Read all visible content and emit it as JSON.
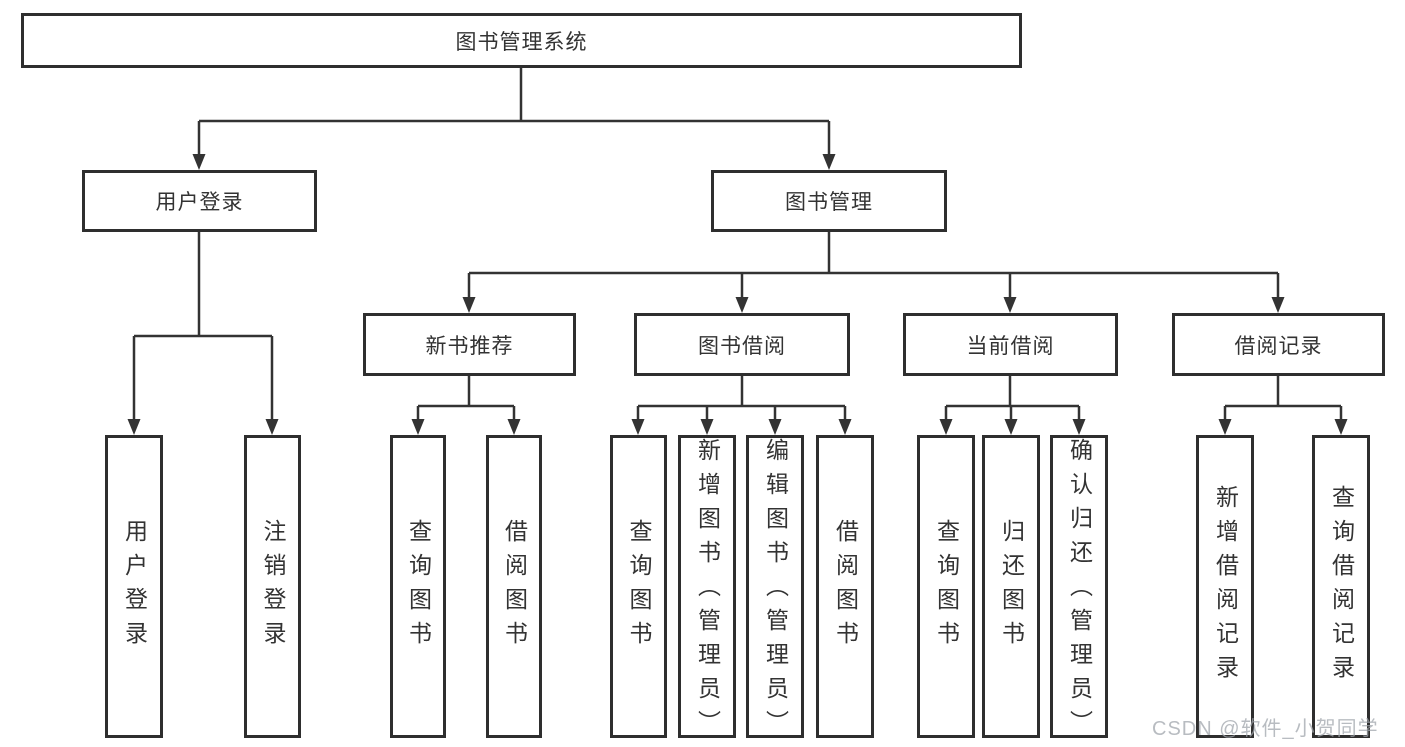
{
  "colors": {
    "background": "#ffffff",
    "box_border": "#2e2e2e",
    "box_fill": "#ffffff",
    "text": "#333333",
    "connector": "#333333",
    "watermark": "#a8adb4"
  },
  "watermark": {
    "text": "CSDN @软件_小贺同学"
  },
  "nodes": {
    "root": {
      "label": "图书管理系统"
    },
    "level2": {
      "user_login": {
        "label": "用户登录"
      },
      "book_mgmt": {
        "label": "图书管理"
      }
    },
    "level3": {
      "new_book": {
        "label": "新书推荐"
      },
      "book_borrow": {
        "label": "图书借阅"
      },
      "current_borrow": {
        "label": "当前借阅"
      },
      "borrow_records": {
        "label": "借阅记录"
      }
    },
    "leaves": {
      "user_login": {
        "label": "用户登录"
      },
      "logout": {
        "label": "注销登录"
      },
      "newbook_query": {
        "label": "查询图书"
      },
      "newbook_borrow": {
        "label": "借阅图书"
      },
      "borrow_query": {
        "label": "查询图书"
      },
      "borrow_add": {
        "label": "新增图书（管理员）"
      },
      "borrow_edit": {
        "label": "编辑图书（管理员）"
      },
      "borrow_borrow": {
        "label": "借阅图书"
      },
      "current_query": {
        "label": "查询图书"
      },
      "current_return": {
        "label": "归还图书"
      },
      "current_confirm": {
        "label": "确认归还（管理员）"
      },
      "records_add": {
        "label": "新增借阅记录"
      },
      "records_query": {
        "label": "查询借阅记录"
      }
    }
  }
}
